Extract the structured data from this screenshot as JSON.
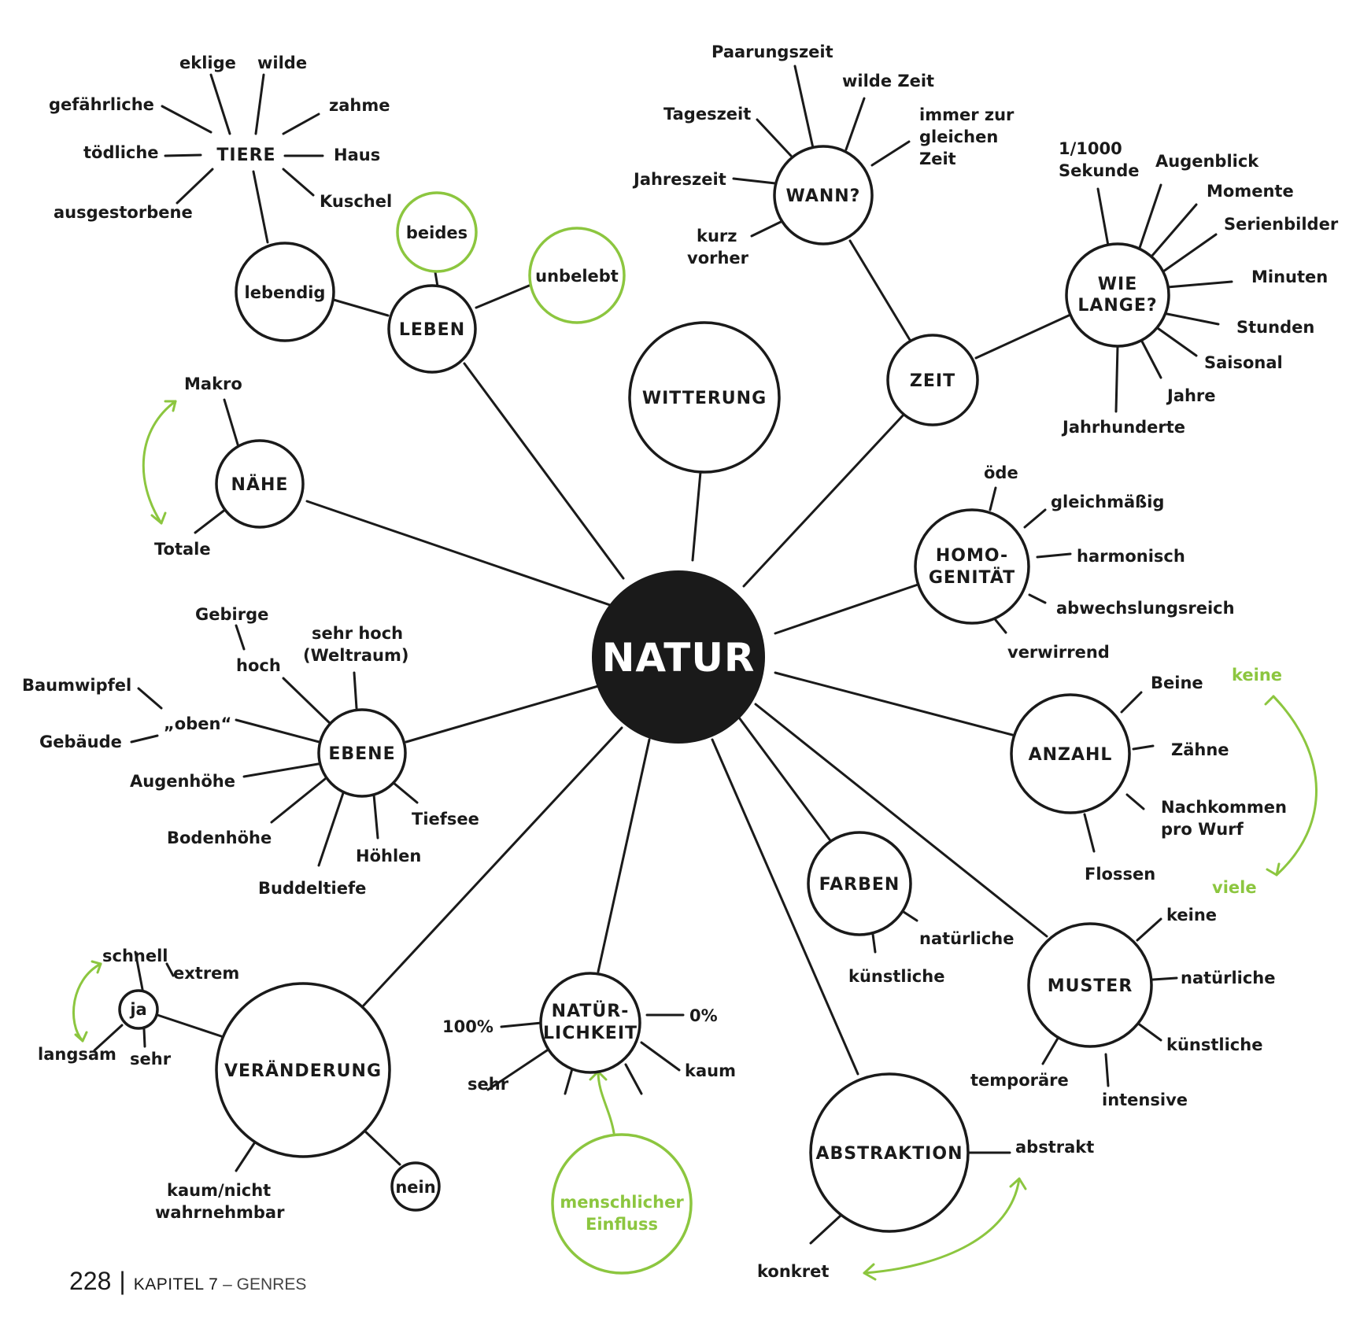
{
  "center": "NATUR",
  "nodes": {
    "tiere": "TIERE",
    "leben": "LEBEN",
    "lebendig": "lebendig",
    "beides": "beides",
    "unbelebt": "unbelebt",
    "naehe": "NÄHE",
    "witterung": "WITTERUNG",
    "wann": "WANN?",
    "zeit": "ZEIT",
    "wie_lange": [
      "WIE",
      "LANGE?"
    ],
    "homogenitaet": [
      "HOMO-",
      "GENITÄT"
    ],
    "anzahl": "ANZAHL",
    "ebene": "EBENE",
    "farben": "FARBEN",
    "muster": "MUSTER",
    "natuerlichkeit": [
      "NATÜR-",
      "LICHKEIT"
    ],
    "veraenderung": "VERÄNDERUNG",
    "abstraktion": "ABSTRAKTION",
    "ja": "ja",
    "nein": "nein",
    "menschlicher_einfluss": [
      "menschlicher",
      "Einfluss"
    ]
  },
  "labels": {
    "tiere": [
      "eklige",
      "wilde",
      "gefährliche",
      "zahme",
      "tödliche",
      "Haus",
      "Kuschel",
      "ausgestorbene"
    ],
    "naehe": [
      "Makro",
      "Totale"
    ],
    "wann": [
      "Paarungszeit",
      "wilde Zeit",
      "Tageszeit",
      [
        "immer zur",
        "gleichen",
        "Zeit"
      ],
      "Jahreszeit",
      [
        "kurz",
        "vorher"
      ]
    ],
    "wie_lange": [
      [
        "1/1000",
        "Sekunde"
      ],
      "Augenblick",
      "Momente",
      "Serienbilder",
      "Minuten",
      "Stunden",
      "Saisonal",
      "Jahre",
      "Jahrhunderte"
    ],
    "homogenitaet": [
      "öde",
      "gleichmäßig",
      "harmonisch",
      "abwechslungsreich",
      "verwirrend"
    ],
    "ebene": [
      "Gebirge",
      [
        "sehr hoch",
        "(Weltraum)"
      ],
      "hoch",
      "Baumwipfel",
      "„oben“",
      "Gebäude",
      "Augenhöhe",
      "Bodenhöhe",
      "Tiefsee",
      "Höhlen",
      "Buddeltiefe"
    ],
    "anzahl": [
      "Beine",
      "Zähne",
      [
        "Nachkommen",
        "pro Wurf"
      ],
      "Flossen"
    ],
    "anzahl_range": [
      "keine",
      "viele"
    ],
    "farben": [
      "natürliche",
      "künstliche"
    ],
    "muster": [
      "keine",
      "natürliche",
      "künstliche",
      "temporäre",
      "intensive"
    ],
    "ja": [
      "schnell",
      "extrem",
      "langsam",
      "sehr"
    ],
    "veraenderung": [
      [
        "kaum/nicht",
        "wahrnehmbar"
      ]
    ],
    "natuerlichkeit": [
      "100%",
      "0%",
      "sehr",
      "kaum"
    ],
    "abstraktion": [
      "abstrakt",
      "konkret"
    ]
  },
  "footer": {
    "page": "228",
    "chapter": "KAPITEL 7",
    "section": " – GENRES"
  },
  "colors": {
    "ink": "#1a1a1a",
    "accent": "#8cc63f"
  }
}
